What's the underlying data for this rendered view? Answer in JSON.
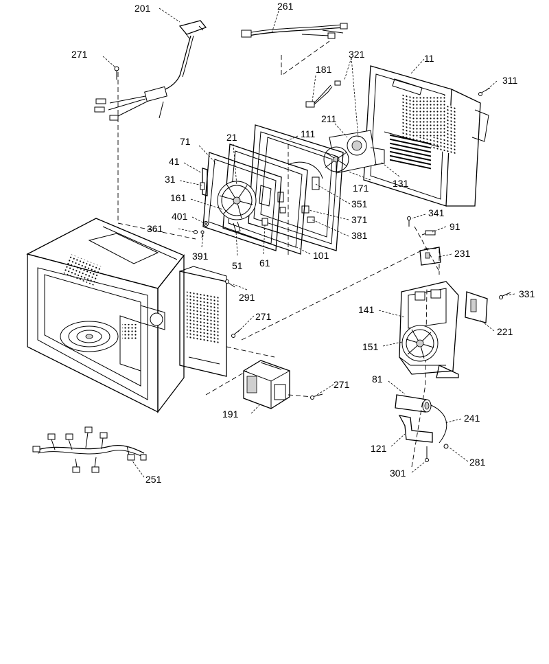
{
  "parts": [
    {
      "id": "p201",
      "label": "201"
    },
    {
      "id": "p261",
      "label": "261"
    },
    {
      "id": "p271a",
      "label": "271"
    },
    {
      "id": "p321",
      "label": "321"
    },
    {
      "id": "p11",
      "label": "11"
    },
    {
      "id": "p181",
      "label": "181"
    },
    {
      "id": "p311",
      "label": "311"
    },
    {
      "id": "p211",
      "label": "211"
    },
    {
      "id": "p21",
      "label": "21"
    },
    {
      "id": "p111",
      "label": "111"
    },
    {
      "id": "p71",
      "label": "71"
    },
    {
      "id": "p41",
      "label": "41"
    },
    {
      "id": "p171",
      "label": "171"
    },
    {
      "id": "p131",
      "label": "131"
    },
    {
      "id": "p31",
      "label": "31"
    },
    {
      "id": "p351",
      "label": "351"
    },
    {
      "id": "p161",
      "label": "161"
    },
    {
      "id": "p341",
      "label": "341"
    },
    {
      "id": "p401",
      "label": "401"
    },
    {
      "id": "p371",
      "label": "371"
    },
    {
      "id": "p91",
      "label": "91"
    },
    {
      "id": "p361",
      "label": "361"
    },
    {
      "id": "p381",
      "label": "381"
    },
    {
      "id": "p101",
      "label": "101"
    },
    {
      "id": "p391",
      "label": "391"
    },
    {
      "id": "p51",
      "label": "51"
    },
    {
      "id": "p61",
      "label": "61"
    },
    {
      "id": "p231",
      "label": "231"
    },
    {
      "id": "p291",
      "label": "291"
    },
    {
      "id": "p331",
      "label": "331"
    },
    {
      "id": "p141",
      "label": "141"
    },
    {
      "id": "p271b",
      "label": "271"
    },
    {
      "id": "p221",
      "label": "221"
    },
    {
      "id": "p151",
      "label": "151"
    },
    {
      "id": "p81",
      "label": "81"
    },
    {
      "id": "p271c",
      "label": "271"
    },
    {
      "id": "p191",
      "label": "191"
    },
    {
      "id": "p241",
      "label": "241"
    },
    {
      "id": "p121",
      "label": "121"
    },
    {
      "id": "p281",
      "label": "281"
    },
    {
      "id": "p301",
      "label": "301"
    },
    {
      "id": "p251",
      "label": "251"
    }
  ]
}
